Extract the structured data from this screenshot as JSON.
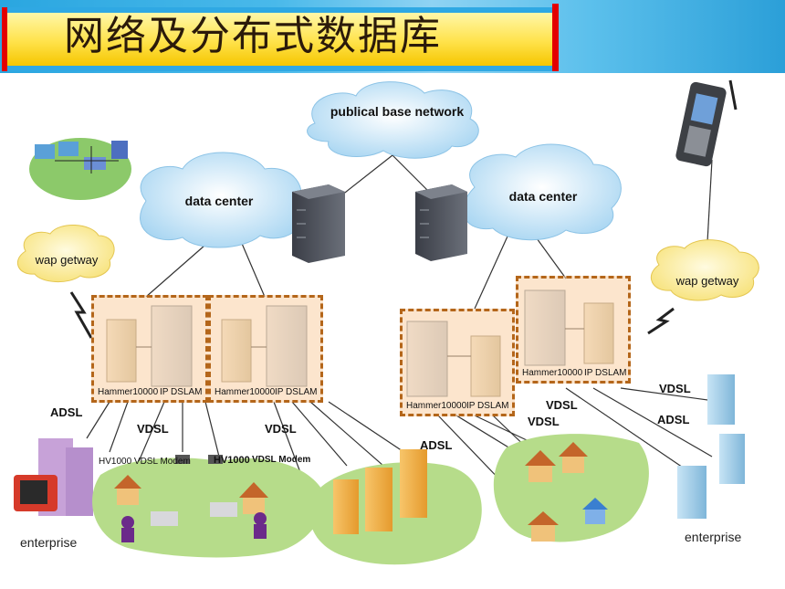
{
  "title": "网络及分布式数据库",
  "clouds": {
    "public_network": "publical base network",
    "data_center_left": "data center",
    "data_center_right": "data center",
    "wap_left": "wap getway",
    "wap_right": "wap getway"
  },
  "equipment": {
    "box1_caption": "Hammer10000",
    "box1_caption2": "IP DSLAM",
    "box2_caption": "Hammer10000",
    "box2_caption2": "IP DSLAM",
    "box3_caption": "Hammer10000",
    "box3_caption2": "IP DSLAM",
    "box4_caption": "Hammer10000",
    "box4_caption2": "IP DSLAM"
  },
  "links": {
    "adsl_left": "ADSL",
    "vdsl_left": "VDSL",
    "vdsl_mid": "VDSL",
    "adsl_mid": "ADSL",
    "vdsl_right1": "VDSL",
    "vdsl_right2": "VDSL",
    "vdsl_right3": "VDSL",
    "adsl_right": "ADSL"
  },
  "modems": {
    "modem1": "HV1000 VDSL Modem",
    "modem2_a": "HV1000",
    "modem2_b": "VDSL Modem"
  },
  "endpoints": {
    "enterprise_left": "enterprise",
    "enterprise_right": "enterprise"
  },
  "colors": {
    "banner_blue": "#2fa8e3",
    "title_yellow": "#ffe24a",
    "accent_red": "#e30000",
    "box_fill": "#f9cfa4",
    "box_border": "#b4661a",
    "cloud_fill": "#cfe9f8",
    "wap_fill": "#fff3b0",
    "grass": "#9ccf6a"
  }
}
